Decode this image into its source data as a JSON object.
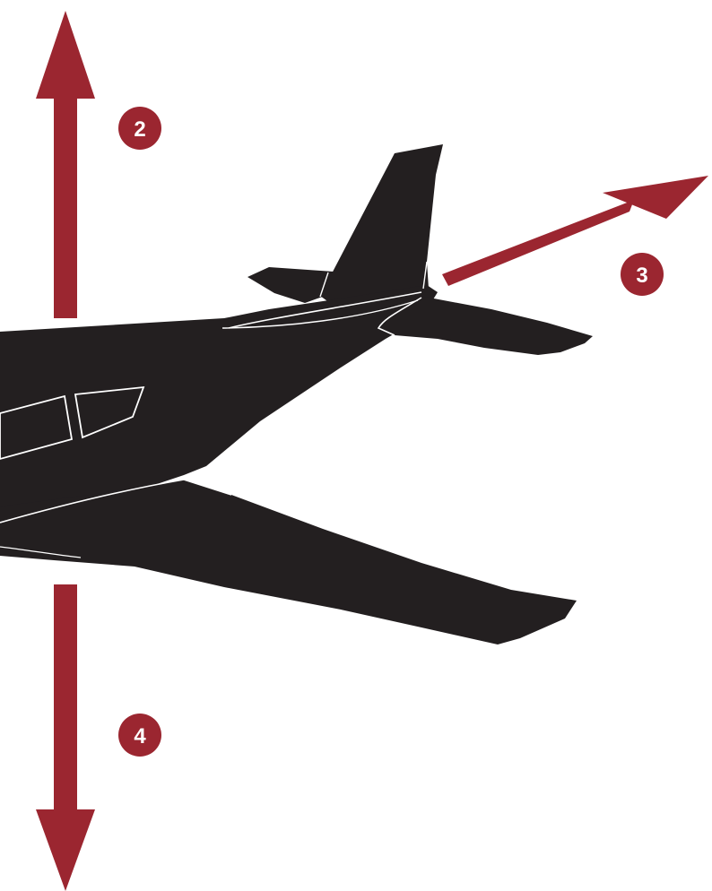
{
  "colors": {
    "arrow": "#9b2630",
    "badge": "#9b2630",
    "badge_text": "#ffffff",
    "aircraft": "#231f20",
    "outline": "#ffffff",
    "background": "#ffffff"
  },
  "subject": {
    "icon": "airplane-silhouette-icon"
  },
  "arrows": [
    {
      "direction": "up",
      "icon": "arrow-up-icon"
    },
    {
      "direction": "aft-up-right",
      "icon": "arrow-up-right-icon"
    },
    {
      "direction": "down",
      "icon": "arrow-down-icon"
    }
  ],
  "labels": {
    "lift": "2",
    "thrust": "3",
    "weight": "4"
  }
}
